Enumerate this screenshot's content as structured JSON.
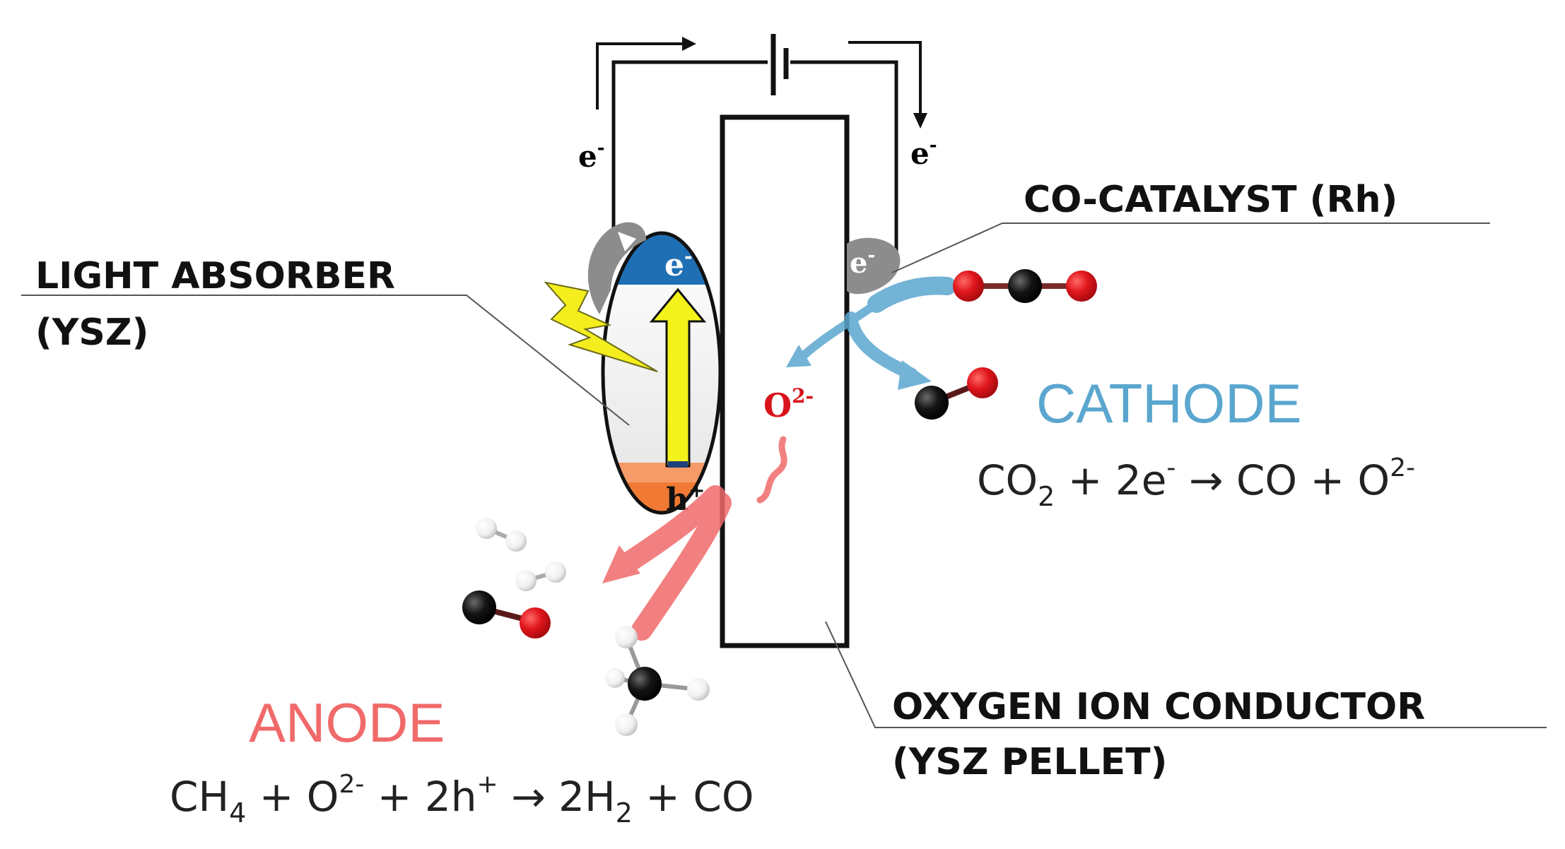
{
  "labels": {
    "light_absorber_line1": "LIGHT ABSORBER",
    "light_absorber_line2": "(YSZ)",
    "co_catalyst": "CO-CATALYST  (Rh)",
    "oxygen_conductor_line1": "OXYGEN ION CONDUCTOR",
    "oxygen_conductor_line2": "(YSZ PELLET)",
    "cathode": "CATHODE",
    "anode": "ANODE"
  },
  "charges": {
    "electron_left": "e",
    "electron_right": "e",
    "electron_superscript": "-",
    "absorber_electron": "e",
    "cocatalyst_electron": "e",
    "hole": "h",
    "hole_superscript": "+",
    "oxide": "O",
    "oxide_superscript": "2-"
  },
  "equations": {
    "cathode": {
      "p1": "CO",
      "s1": "2",
      "p2": " + 2e",
      "s2": "-",
      "p3": " → CO + O",
      "s3": "2-"
    },
    "anode": {
      "p1": "CH",
      "s1": "4",
      "p2": " + O",
      "s2": "2-",
      "p3": " + 2h",
      "s3": "+",
      "p4": " → 2H",
      "s4": "2",
      "p5": " + CO"
    }
  },
  "colors": {
    "cathode": "#5aa6cf",
    "anode": "#f06a6a",
    "conduction_band": "#1f6fb5",
    "valence_band": "#f07a33",
    "light_bolt": "#f5ee1e",
    "arrow_yellow": "#f3f21a",
    "oxygen_atom": "#e0161b",
    "carbon_atom": "#111111",
    "hydrogen_atom": "#f2f2f2"
  },
  "icons": {
    "battery": "battery-icon",
    "light": "lightning-bolt-icon"
  }
}
